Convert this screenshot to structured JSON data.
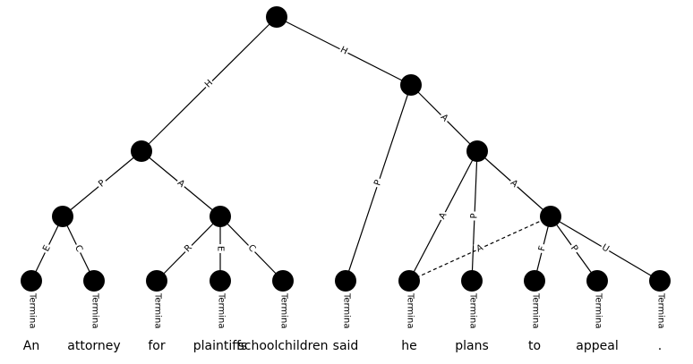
{
  "diagram": {
    "nodes": [
      {
        "id": "root"
      },
      {
        "id": "n1"
      },
      {
        "id": "n2"
      },
      {
        "id": "n3"
      },
      {
        "id": "n4"
      },
      {
        "id": "n5"
      },
      {
        "id": "n6"
      },
      {
        "id": "t0"
      },
      {
        "id": "t1"
      },
      {
        "id": "t2"
      },
      {
        "id": "t3"
      },
      {
        "id": "t4"
      },
      {
        "id": "t5"
      },
      {
        "id": "t6"
      },
      {
        "id": "t7"
      },
      {
        "id": "t8"
      },
      {
        "id": "t9"
      },
      {
        "id": "t10"
      }
    ],
    "edges": [
      {
        "from": "root",
        "to": "n1",
        "label": "H"
      },
      {
        "from": "root",
        "to": "n2",
        "label": "H"
      },
      {
        "from": "n1",
        "to": "n3",
        "label": "P"
      },
      {
        "from": "n1",
        "to": "n4",
        "label": "A"
      },
      {
        "from": "n3",
        "to": "t0",
        "label": "E"
      },
      {
        "from": "n3",
        "to": "t1",
        "label": "C"
      },
      {
        "from": "n4",
        "to": "t2",
        "label": "R"
      },
      {
        "from": "n4",
        "to": "t3",
        "label": "E"
      },
      {
        "from": "n4",
        "to": "t4",
        "label": "C"
      },
      {
        "from": "n2",
        "to": "t5",
        "label": "P"
      },
      {
        "from": "n2",
        "to": "n5",
        "label": "A"
      },
      {
        "from": "n5",
        "to": "t6",
        "label": "A"
      },
      {
        "from": "n5",
        "to": "t7",
        "label": "P"
      },
      {
        "from": "n5",
        "to": "n6",
        "label": "A"
      },
      {
        "from": "n6",
        "to": "t6",
        "label": "A",
        "remote": true
      },
      {
        "from": "n6",
        "to": "t8",
        "label": "F"
      },
      {
        "from": "n6",
        "to": "t9",
        "label": "P"
      },
      {
        "from": "n6",
        "to": "t10",
        "label": "U"
      }
    ],
    "terminal_tag": "Termina",
    "words": [
      "An",
      "attorney",
      "for",
      "plaintiffs",
      "schoolchildren",
      "said",
      "he",
      "plans",
      "to",
      "appeal",
      "."
    ]
  }
}
